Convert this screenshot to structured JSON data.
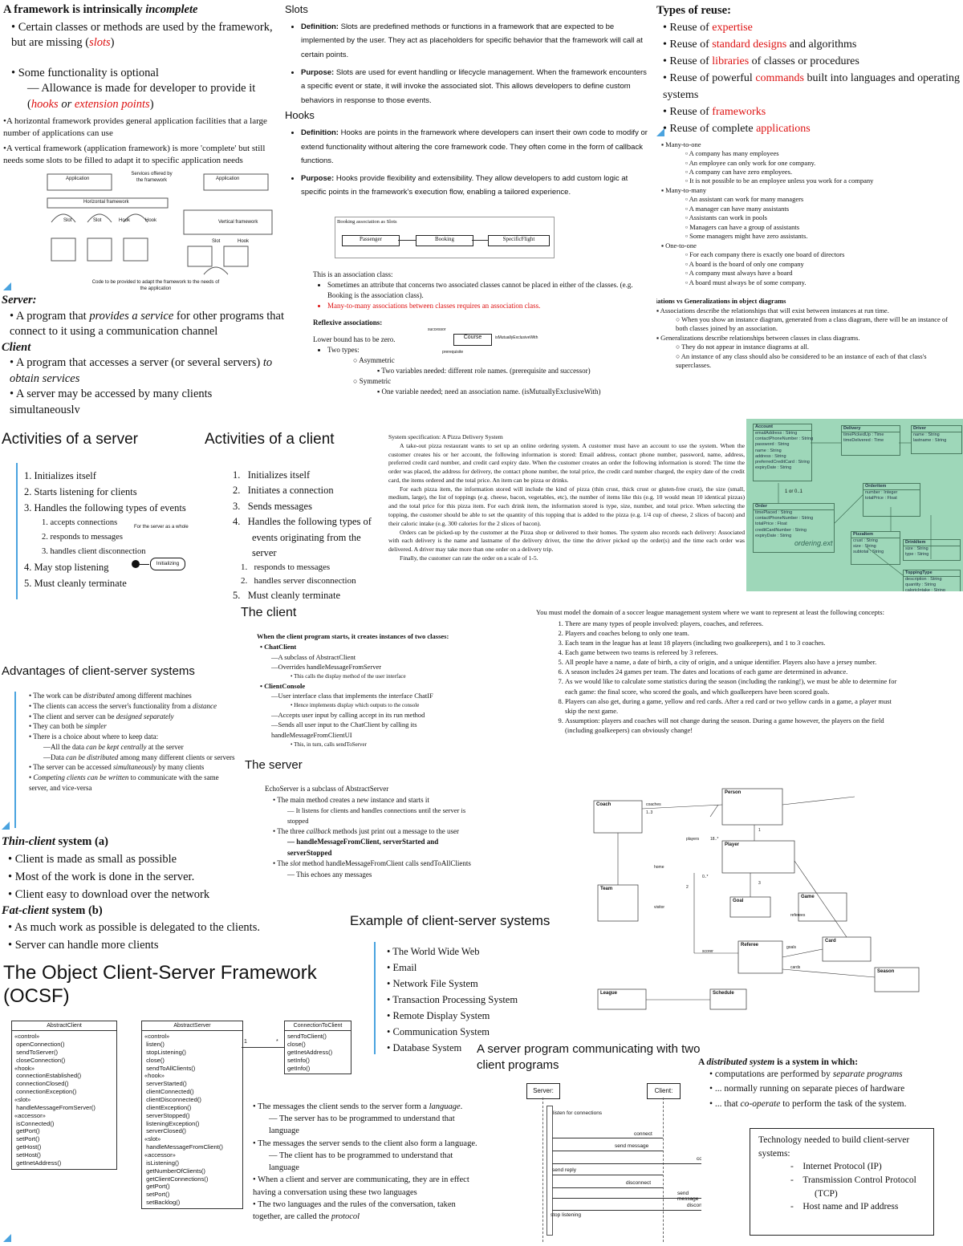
{
  "s1": {
    "title": "A framework is intrinsically",
    "title_em": "incomplete",
    "b1a": "Certain classes or methods are used by the framework, but are missing (",
    "b1b": "slots",
    "b1c": ")",
    "b2": "Some functionality is optional",
    "b2sub_a": "Allowance is made for developer to provide it",
    "b2sub_b": "(",
    "b2sub_c": "hooks",
    "b2sub_d": " or ",
    "b2sub_e": "extension points",
    "b2sub_f": ")",
    "p1": "•A horizontal framework provides general application facilities that a large number of applications can use",
    "p2": "•A vertical framework (application framework) is more 'complete' but still needs some slots to be filled to adapt it to specific application needs",
    "diag_app1": "Application",
    "diag_services": "Services offered by the framework",
    "diag_app2": "Application",
    "diag_horiz": "Horizontal framework",
    "diag_slot1": "Slot",
    "diag_slot2": "Slot",
    "diag_hook1": "Hook",
    "diag_hook2": "Hook",
    "diag_vert": "Vertical framework",
    "diag_slot3": "Slot",
    "diag_hook3": "Hook",
    "diag_code": "Code to be provided to adapt the framework to the needs of the application"
  },
  "s2": {
    "slots_title": "Slots",
    "def_label": "Definition:",
    "def_text": "Slots are predefined methods or functions in a framework that are expected to be implemented by the user. They act as placeholders for specific behavior that the framework will call at certain points.",
    "pur_label": "Purpose:",
    "pur_text": "Slots are used for event handling or lifecycle management. When the framework encounters a specific event or state, it will invoke the associated slot. This allows developers to define custom behaviors in response to those events.",
    "hooks_title": "Hooks",
    "hdef_label": "Definition:",
    "hdef_text": "Hooks are points in the framework where developers can insert their own code to modify or extend functionality without altering the core framework code. They often come in the form of callback functions.",
    "hpur_label": "Purpose:",
    "hpur_text": "Hooks provide flexibility and extensibility. They allow developers to add custom logic at specific points in the framework's execution flow, enabling a tailored experience.",
    "diag_title": "Booking association as Slots",
    "diag_passenger": "Passenger",
    "diag_booking": "Booking",
    "diag_flight": "SpecificFlight",
    "assoc_title": "This is an association class:",
    "assoc_b1": "Sometimes an attribute that concerns two associated classes cannot be placed in either of the classes. (e.g. Booking is the association class).",
    "assoc_b2": "Many-to-many associations between classes requires an association class.",
    "refl_title": "Reflexive associations:",
    "refl_lower": "Lower bound has to be zero.",
    "refl_types": "Two types:",
    "refl_asym": "Asymmetric",
    "refl_asym_d": "Two variables needed: different role names. (prerequisite and successor)",
    "refl_sym": "Symmetric",
    "refl_sym_d": "One variable needed; need an association name. (isMutuallyExclusiveWith)",
    "course": "Course",
    "mutual": "isMutuallyExclusiveWith",
    "succ": "successor",
    "prereq": "prerequisite"
  },
  "s3": {
    "title": "Types of reuse:",
    "items": [
      {
        "a": "Reuse of ",
        "b": "expertise",
        "c": ""
      },
      {
        "a": "Reuse of ",
        "b": "standard designs",
        "c": " and algorithms"
      },
      {
        "a": "Reuse of ",
        "b": "libraries",
        "c": " of classes or procedures"
      },
      {
        "a": "Reuse of powerful ",
        "b": "commands",
        "c": " built into languages and operating systems"
      },
      {
        "a": "Reuse of ",
        "b": "frameworks",
        "c": ""
      },
      {
        "a": "Reuse of complete ",
        "b": "applications",
        "c": ""
      }
    ],
    "m2o": "Many-to-one",
    "m2o_items": [
      "A company has many employees",
      "An employee can only work for one company.",
      "A company can have zero employees.",
      "It is not possible to be an employee unless you work for a company"
    ],
    "m2m": "Many-to-many",
    "m2m_items": [
      "An assistant can work for many managers",
      "A manager can have many assistants",
      "Assistants can work in pools",
      "Managers can have a group of assistants",
      "Some managers might have zero assistants."
    ],
    "o2o": "One-to-one",
    "o2o_items": [
      "For each company there is exactly one board of directors",
      "A board is the board of only one company",
      "A company must always have a board",
      "A board must always be of some company."
    ],
    "avg_title": "Associations vs Generalizations in object diagrams",
    "avg_b1": "Associations describe the relationships that will exist between instances at run time.",
    "avg_b1s": "When you show an instance diagram, generated from a class diagram, there will be an instance of both classes joined by an association.",
    "avg_b2": "Generalizations describe relationships between classes in class diagrams.",
    "avg_b2s1": "They do not appear in instance diagrams at all.",
    "avg_b2s2": "An instance of any class should also be considered to be an instance of each of that class's superclasses."
  },
  "s4": {
    "server_title": "Server:",
    "server_b": "A program that ",
    "server_em": "provides a service",
    "server_c": " for other programs that connect to it using a communication channel",
    "client_title": "Client",
    "client_b1a": "A program that accesses a server (or several servers) ",
    "client_b1b": "to obtain services",
    "client_b2": "A server may be accessed by many clients simultaneously"
  },
  "s5": {
    "title": "Activities of a server",
    "items": [
      "Initializes itself",
      "Starts listening for clients",
      "Handles the following types of events"
    ],
    "sub": [
      "accepts connections",
      "responds to messages",
      "handles client disconnection"
    ],
    "note": "For the server as a whole",
    "initializing": "Initializing",
    "items2": [
      "May stop listening",
      "Must cleanly terminate"
    ]
  },
  "s6": {
    "title": "Activities of a client",
    "items": [
      "Initializes itself",
      "Initiates a connection",
      "Sends messages",
      "Handles the following types of events originating from the server"
    ],
    "sub": [
      "responds to messages",
      "handles server disconnection"
    ],
    "last": "Must cleanly terminate"
  },
  "s7": {
    "title": "System specification: A Pizza Delivery System",
    "p1": "A take-out pizza restaurant wants to set up an online ordering system. A customer must have an account to use the system. When the customer creates his or her account, the following information is stored: Email address, contact phone number, password, name, address, preferred credit card number, and credit card expiry date. When the customer creates an order the following information is stored: The time the order was placed, the address for delivery, the contact phone number, the total price, the credit card number charged, the expiry date of the credit card, the items ordered and the total price. An item can be pizza or drinks.",
    "p2": "For each pizza item, the information stored will include the kind of pizza (thin crust, thick crust or gluten-free crust), the size (small, medium, large), the list of toppings (e.g. cheese, bacon, vegetables, etc), the number of items like this (e.g. 10 would mean 10 identical pizzas) and the total price for this pizza item. For each drink item, the information stored is type, size, number, and total price. When selecting the topping, the customer should be able to set the quantity of this topping that is added to the pizza (e.g. 1/4 cup of cheese, 2 slices of bacon) and their caloric intake (e.g. 300 calories for the 2 slices of bacon).",
    "p3": "Orders can be picked-up by the customer at the Pizza shop or delivered to their homes. The system also records each delivery: Associated with each delivery is the name and lastname of the delivery driver, the time the driver picked up the order(s) and the time each order was delivered. A driver may take more than one order on a delivery trip.",
    "p4": "Finally, the customer can rate the order on a scale of 1-5."
  },
  "s8": {
    "boxes": [
      {
        "t": "Account",
        "b": "emailAddress : String\ncontactPhoneNumber : String\npassword : String\nname : String\naddress : String\npreferredCreditCard : String\nexpiryDate : String"
      },
      {
        "t": "Delivery",
        "b": "timePickedUp : Time\ntimeDelivered : Time"
      },
      {
        "t": "Driver",
        "b": "name : String\nlastname : String"
      },
      {
        "t": "Order",
        "b": "timePlaced : String\ncontactPhoneNumber : String\ntotalPrice : Float\ncreditCardNumber : String\nexpiryDate : String"
      },
      {
        "t": "Orderitem",
        "b": "number : Integer\ntotalPrice : Float"
      },
      {
        "t": "PizzaItem",
        "b": "crust : String\nsize : String\nsubtotal : String"
      },
      {
        "t": "DrinkItem",
        "b": "size : String\ntype : String"
      },
      {
        "t": "ToppingType",
        "b": "description : String\nquantity : String\ncaloricIntake : String"
      }
    ],
    "note": "1 or 0..1",
    "hand": "ordering.ext"
  },
  "s9": {
    "title": "The client",
    "intro": "When the client program starts, it creates instances of two classes:",
    "cc": "ChatClient",
    "cc1": "A subclass of AbstractClient",
    "cc2": "Overrides handleMessageFromServer",
    "cc2s": "This calls the display method of the user interface",
    "ccon": "ClientConsole",
    "ccon1": "User interface class that implements the interface ChatIF",
    "ccon1s": "Hence implements display which outputs to the console",
    "ccon2": "Accepts user input by calling accept in its run method",
    "ccon3": "Sends all user input to the ChatClient by calling its handleMessageFromClientUI",
    "ccon3s": "This, in turn, calls sendToServer",
    "server_title": "The server",
    "srv1": "EchoServer is a subclass of AbstractServer",
    "srv2": "The main method creates a new instance and starts it",
    "srv2s": "It listens for clients and handles connections until the server is stopped",
    "srv3a": "The three ",
    "srv3em": "callback",
    "srv3b": " methods just print out a message to the user",
    "srv3s": "handleMessageFromClient, serverStarted and serverStopped",
    "srv4a": "The ",
    "srv4em": "slot",
    "srv4b": " method handleMessageFromClient calls sendToAllClients",
    "srv4s": "This echoes any messages"
  },
  "s10": {
    "intro": "You must model the domain of a soccer league management system where we want to represent at least the following concepts:",
    "items": [
      "There are many types of people involved: players, coaches, and referees.",
      "Players and coaches belong to only one team.",
      "Each team in the league has at least 18 players (including two goalkeepers), and 1 to 3 coaches.",
      "Each game between two teams is refereed by 3 referees.",
      "All people have a name, a date of birth, a city of origin, and a unique identifier. Players also have a jersey number.",
      "A season includes 24 games per team. The dates and locations of each game are determined in advance.",
      "As we would like to calculate some statistics during the season (including the ranking!), we must be able to determine for each game: the final score, who scored the goals, and which goalkeepers have been scored goals.",
      "Players can also get, during a game, yellow and red cards. After a red card or two yellow cards in a game, a player must skip the next game.",
      "Assumption: players and coaches will not change during the season. During a game however, the players on the field (including goalkeepers) can obviously change!"
    ]
  },
  "s11": {
    "boxes": [
      "Coach",
      "Person",
      "Player",
      "Team",
      "Goal",
      "Game",
      "Card",
      "Referee",
      "Season",
      "League",
      "Schedule"
    ],
    "labels": [
      "coaches",
      "1..3",
      "players",
      "18..*",
      "0..*",
      "1",
      "2",
      "3",
      "referees",
      "home",
      "visitor",
      "scorer",
      "goals",
      "cards"
    ]
  },
  "s12": {
    "title": "Advantages of client-server systems",
    "items": [
      {
        "a": "The work can be ",
        "em": "distributed",
        "b": " among different machines"
      },
      {
        "a": "The clients can access the server's functionality from a ",
        "em": "distance",
        "b": ""
      },
      {
        "a": "The client and server can be ",
        "em": "designed separately",
        "b": ""
      },
      {
        "a": "They can both be ",
        "em": "simpler",
        "b": ""
      },
      {
        "a": "There is a choice about where to keep data:",
        "em": "",
        "b": ""
      }
    ],
    "sub1a": "All the data ",
    "sub1em": "can be kept centrally",
    "sub1b": " at the server",
    "sub2a": "Data ",
    "sub2em": "can be distributed",
    "sub2b": " among many different clients or servers",
    "i6a": "The server can be accessed ",
    "i6em": "simultaneously",
    "i6b": " by many clients",
    "i7a": "Competing clients can be written",
    "i7b": " to communicate with the same server, and vice-versa"
  },
  "s13": {
    "thin_title": "Thin-client",
    "thin_title2": " system (a)",
    "thin": [
      "Client is made as small as possible",
      "Most of the work is done in the server.",
      "Client easy to download over the network"
    ],
    "fat_title": "Fat-client",
    "fat_title2": " system (b)",
    "fat": [
      "As much work as possible is delegated to the clients.",
      "Server can handle more clients"
    ]
  },
  "s14": {
    "title": "Example of client-server systems",
    "items": [
      "The World Wide Web",
      "Email",
      "Network File System",
      "Transaction Processing System",
      "Remote Display System",
      "Communication System",
      "Database System"
    ]
  },
  "s15": {
    "title": "The Object Client-Server Framework (OCSF)",
    "ac_title": "AbstractClient",
    "ac_body": "«control»\n openConnection()\n sendToServer()\n closeConnection()\n«hook»\n connectionEstablished()\n connectionClosed()\n connectionException()\n«slot»\n handleMessageFromServer()\n«accessor»\n isConnected()\n getPort()\n setPort()\n getHost()\n setHost()\n getInetAddress()",
    "as_title": "AbstractServer",
    "as_body": "«control»\n listen()\n stopListening()\n close()\n sendToAllClients()\n«hook»\n serverStarted()\n clientConnected()\n clientDisconnected()\n clientException()\n serverStopped()\n listeningException()\n serverClosed()\n«slot»\n handleMessageFromClient()\n«accessor»\n isListening()\n getNumberOfClients()\n getClientConnections()\n getPort()\n setPort()\n setBacklog()",
    "ctc_title": "ConnectionToClient",
    "ctc_body": "sendToClient()\nclose()\ngetInetAddress()\nsetInfo()\ngetInfo()",
    "mult1": "1",
    "mult2": "*"
  },
  "s16": {
    "b1a": "The messages the client sends to the server form a ",
    "b1em": "language",
    "b1b": ".",
    "b1s": "The server has to be programmed to understand that language",
    "b2": "The messages the server sends to the client also form a language.",
    "b2s": "The client has to be programmed to understand that language",
    "b3": "When a client and server are communicating, they are in effect having a conversation using these two languages",
    "b4a": "The two languages and the rules of the conversation, taken together, are called the ",
    "b4em": "protocol"
  },
  "s17": {
    "title": "A server program communicating with two client programs",
    "server": "Server:",
    "client": "Client:",
    "listen": "listen for connections",
    "connect1": "connect",
    "send1": "send message",
    "connect2": "connect",
    "reply": "send reply",
    "disconnect1": "disconnect",
    "send2": "send message",
    "disconnect2": "disconnect",
    "stop": "stop listening"
  },
  "s18": {
    "title_a": "A ",
    "title_em": "distributed system",
    "title_b": " is a system in which:",
    "b1a": "computations are performed by ",
    "b1em": "separate programs",
    "b2": "... normally running on separate pieces of hardware",
    "b3a": "... that ",
    "b3em": "co-operate",
    "b3b": " to perform the task of the system.",
    "tech_title": "Technology needed to build client-server systems:",
    "tech": [
      "Internet Protocol (IP)",
      "Transmission Control Protocol (TCP)",
      "Host name and IP address"
    ]
  }
}
